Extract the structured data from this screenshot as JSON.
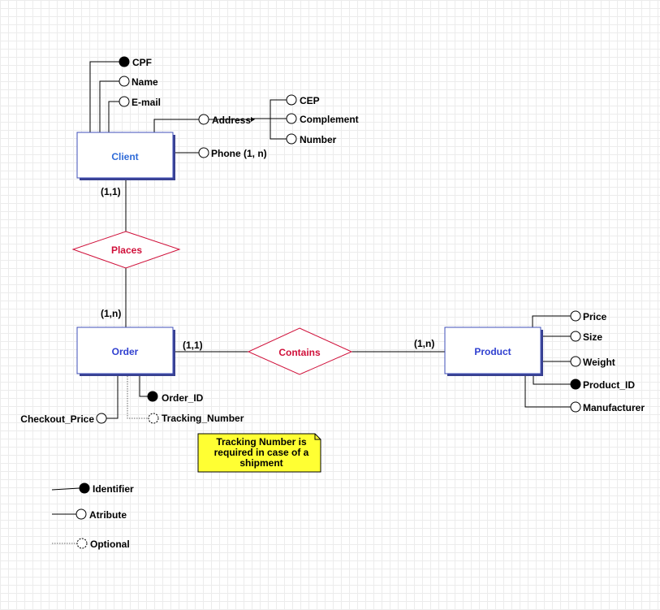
{
  "colors": {
    "entity_border": "#3f4fb8",
    "entity_text": "#3040d0",
    "client_text": "#2f6bd8",
    "relationship": "#d0103a",
    "note_fill": "#ffff33"
  },
  "entities": {
    "client": "Client",
    "order": "Order",
    "product": "Product"
  },
  "relationships": {
    "places": "Places",
    "contains": "Contains"
  },
  "cardinalities": {
    "client_places": "(1,1)",
    "order_places": "(1,n)",
    "order_contains": "(1,1)",
    "product_contains": "(1,n)"
  },
  "client_attributes": {
    "cpf": "CPF",
    "name": "Name",
    "email": "E-mail",
    "address": "Address",
    "cep": "CEP",
    "complement": "Complement",
    "number": "Number",
    "phone": "Phone (1, n)"
  },
  "order_attributes": {
    "order_id": "Order_ID",
    "tracking_number": "Tracking_Number",
    "checkout_price": "Checkout_Price"
  },
  "product_attributes": {
    "price": "Price",
    "size": "Size",
    "weight": "Weight",
    "product_id": "Product_ID",
    "manufacturer": "Manufacturer"
  },
  "note": {
    "line1": "Tracking Number is",
    "line2": "required in case of a",
    "line3": "shipment"
  },
  "legend": {
    "identifier": "Identifier",
    "attribute": "Atribute",
    "optional": "Optional"
  }
}
